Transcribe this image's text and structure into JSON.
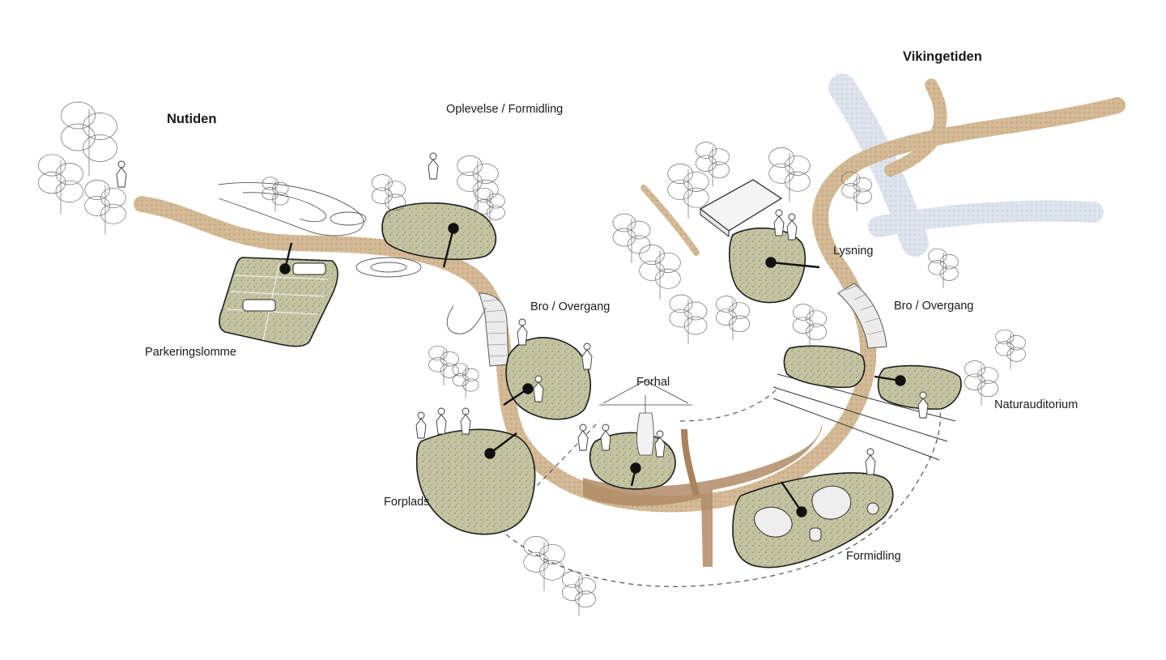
{
  "diagram": {
    "era_labels": {
      "present": "Nutiden",
      "viking": "Vikingetiden"
    },
    "zones": {
      "oplevelse": "Oplevelse / Formidling",
      "parkering": "Parkeringslomme",
      "bro_west": "Bro / Overgang",
      "forhal": "Forhal",
      "forplads": "Forplads",
      "lysning": "Lysning",
      "bro_east": "Bro / Overgang",
      "naturauditorium": "Naturauditorium",
      "formidling": "Formidling"
    },
    "colors": {
      "path": "#c9ab86",
      "grass": "#b8b892",
      "water": "#d3dbe6",
      "wood": "#a9825e",
      "ink": "#3a3a3a"
    }
  }
}
